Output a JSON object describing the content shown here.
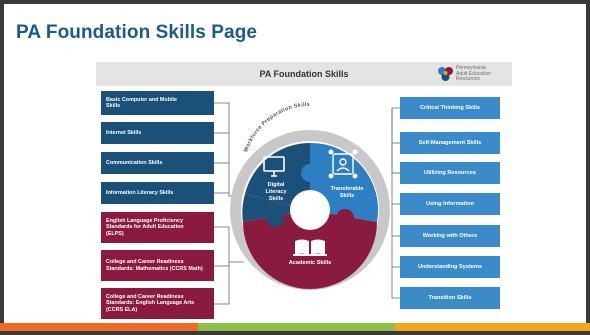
{
  "slide": {
    "title": "PA Foundation Skills Page"
  },
  "infographic": {
    "header_title": "PA Foundation Skills",
    "logo_text_lines": [
      "Pennsylvania",
      "Adult Education",
      "Resources"
    ],
    "ring_label": "Workforce Preparation Skills",
    "wedges": {
      "digital": {
        "label_lines": [
          "Digital",
          "Literacy",
          "Skills"
        ]
      },
      "transferable": {
        "label_lines": [
          "Transferable",
          "Skills"
        ]
      },
      "academic": {
        "label": "Academic Skills"
      }
    },
    "left_blue_items": [
      "Basic Computer and Mobile Skills",
      "Internet Skills",
      "Communication Skills",
      "Information Literacy Skills"
    ],
    "left_maroon_items": [
      "English Language Proficiency Standards for Adult Education (ELPS)",
      "College and Career Readiness Standards: Mathematics (CCRS Math)",
      "College and Career Readiness Standards: English Language Arts (CCRS ELA)"
    ],
    "right_items": [
      "Critical Thinking Skills",
      "Self-Management Skills",
      "Utilizing Resources",
      "Using Information",
      "Working with Others",
      "Understanding Systems",
      "Transition Skills"
    ]
  },
  "colors": {
    "title_blue": "#1b5a8c",
    "dark_blue": "#1b5079",
    "maroon": "#8b1a3f",
    "mid_blue": "#2d7fc1",
    "light_blue": "#3b8bc9",
    "ring_gray": "#c8c8c8",
    "bar_orange": "#ee6a24",
    "bar_green": "#8fbd4a",
    "bar_yellow": "#f2a81d"
  },
  "icons": {
    "digital": "computer-monitor-icon",
    "transferable": "people-network-icon",
    "academic": "open-book-icon",
    "logo": "puzzle-pieces-logo-icon"
  }
}
